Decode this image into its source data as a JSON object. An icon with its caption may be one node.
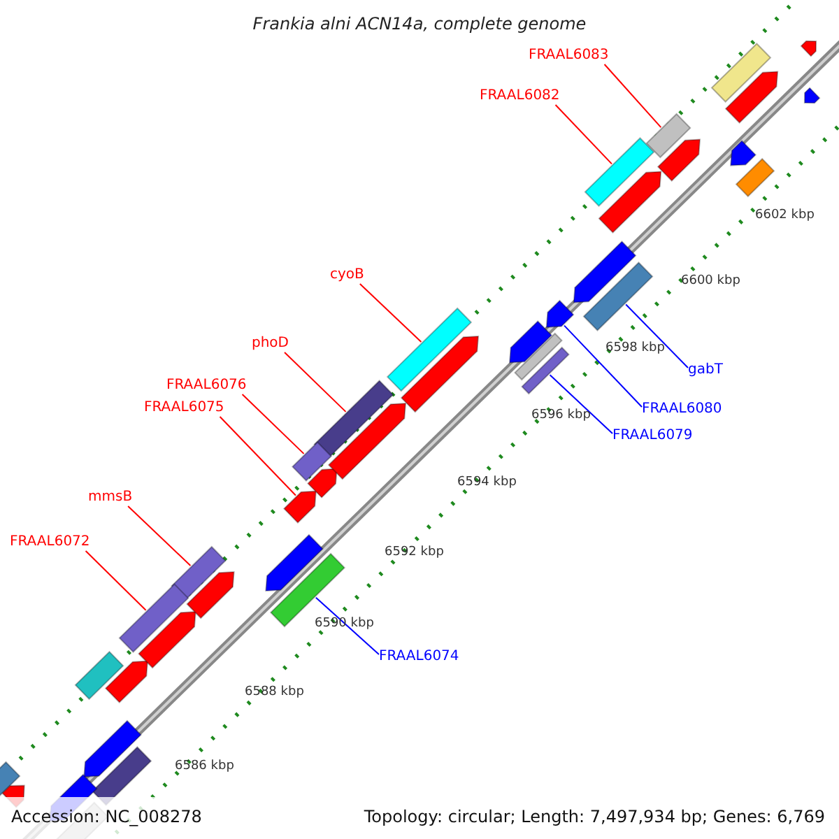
{
  "diagram": {
    "title": "Frankia alni ACN14a, complete genome",
    "nodes": [
      {
        "text": [
          "FRAAL6083"
        ]
      },
      {
        "text": [
          "FRAAL6082"
        ]
      },
      {
        "text": [
          "cyoB"
        ]
      },
      {
        "text": [
          "phoD"
        ]
      },
      {
        "text": [
          "gabT"
        ]
      },
      {
        "text": [
          "FRAAL6076"
        ]
      },
      {
        "text": [
          "FRAAL6075"
        ]
      },
      {
        "text": [
          "FRAAL6080"
        ]
      },
      {
        "text": [
          "FRAAL6079"
        ]
      },
      {
        "text": [
          "mmsB"
        ]
      },
      {
        "text": [
          "FRAAL6072"
        ]
      },
      {
        "text": [
          "FRAAL6074"
        ]
      },
      {
        "text": [],
        "shape": "box"
      },
      {
        "text": [],
        "shape": "box"
      },
      {
        "text": [],
        "shape": "box"
      },
      {
        "text": [],
        "shape": "box"
      },
      {
        "text": [],
        "shape": "box"
      },
      {
        "text": [],
        "shape": "box"
      },
      {
        "text": [],
        "shape": "arrow"
      },
      {
        "text": [],
        "shape": "arrow"
      },
      {
        "text": [],
        "shape": "box"
      },
      {
        "text": [],
        "shape": "box"
      },
      {
        "text": [],
        "shape": "box"
      },
      {
        "text": [],
        "shape": "box"
      },
      {
        "text": [],
        "shape": "box"
      },
      {
        "text": [],
        "shape": "arrow"
      },
      {
        "text": [],
        "shape": "arrow"
      },
      {
        "text": [],
        "shape": "arrow"
      },
      {
        "text": [],
        "shape": "arrow"
      },
      {
        "text": [],
        "shape": "arrow"
      },
      {
        "text": [],
        "shape": "arrow"
      },
      {
        "text": [],
        "shape": "arrow"
      },
      {
        "text": [],
        "shape": "arrow"
      },
      {
        "text": [],
        "shape": "box"
      },
      {
        "text": [],
        "shape": "arrow"
      },
      {
        "text": [],
        "shape": "arrow"
      },
      {
        "text": [],
        "shape": "arrow"
      },
      {
        "text": [],
        "shape": "box"
      },
      {
        "text": [],
        "shape": "arrow"
      },
      {
        "text": [],
        "shape": "arrow"
      },
      {
        "text": [],
        "shape": "arrow"
      },
      {
        "text": [],
        "shape": "arrow"
      },
      {
        "text": [],
        "shape": "box"
      },
      {
        "text": [],
        "shape": "arrow"
      },
      {
        "text": [],
        "shape": "box"
      },
      {
        "text": [],
        "shape": "arrow"
      },
      {
        "text": [],
        "shape": "box"
      },
      {
        "text": [],
        "shape": "arrow"
      },
      {
        "text": [],
        "shape": "box"
      }
    ],
    "edges": [
      {
        "from": 0,
        "to": 12,
        "arrow": "none"
      },
      {
        "from": 1,
        "to": 13,
        "arrow": "none"
      },
      {
        "from": 2,
        "to": 14,
        "arrow": "none"
      },
      {
        "from": 3,
        "to": 15,
        "arrow": "none"
      },
      {
        "from": 4,
        "to": 16,
        "arrow": "none",
        "color": "#0000ff"
      },
      {
        "from": 5,
        "to": 17,
        "arrow": "none"
      },
      {
        "from": 6,
        "to": 18,
        "arrow": "none"
      },
      {
        "from": 7,
        "to": 19,
        "arrow": "none",
        "color": "#0000ff"
      },
      {
        "from": 8,
        "to": 20,
        "arrow": "none",
        "color": "#0000ff"
      },
      {
        "from": 9,
        "to": 21,
        "arrow": "none"
      },
      {
        "from": 10,
        "to": 22,
        "arrow": "none"
      },
      {
        "from": 11,
        "to": 23,
        "arrow": "none",
        "color": "#0000ff"
      }
    ],
    "labels": [
      "6602 kbp",
      "6600 kbp",
      "6598 kbp",
      "6596 kbp",
      "6594 kbp",
      "6592 kbp",
      "6590 kbp",
      "6588 kbp",
      "6586 kbp",
      "Accession: NC_008278",
      "Topology: circular; Length: 7,497,934 bp; Genes: 6,769"
    ]
  }
}
